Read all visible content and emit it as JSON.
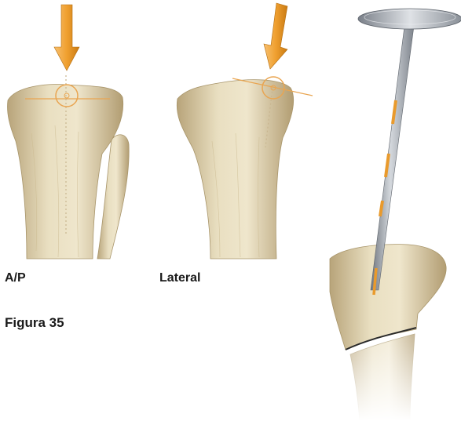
{
  "labels": {
    "ap": "A/P",
    "lateral": "Lateral",
    "figure": "Figura 35"
  },
  "colors": {
    "arrow_orange": "#f0a030",
    "bone": "#e4d7b4",
    "bone_shadow": "#b9a479",
    "rod_gray": "#a9afb7",
    "marker_orange": "#e99a2c"
  },
  "icons": [
    "down-arrow-icon",
    "target-circle-icon"
  ]
}
